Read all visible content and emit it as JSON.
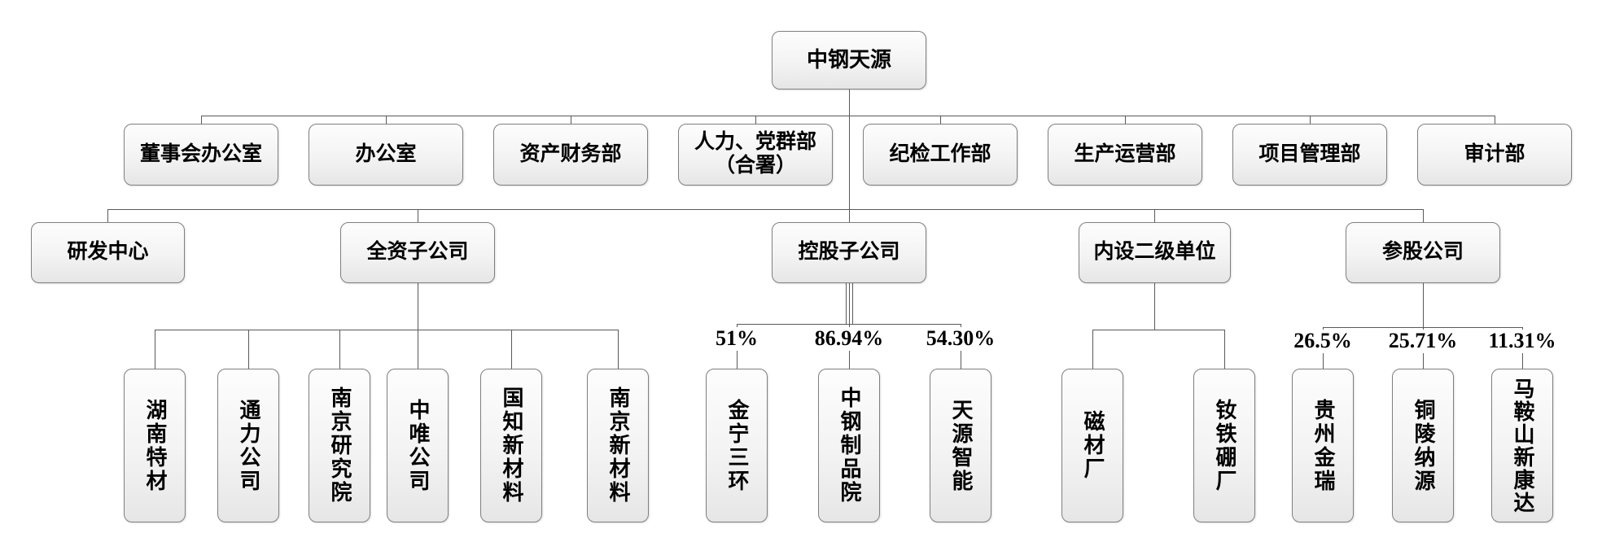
{
  "root": {
    "label": "中钢天源"
  },
  "departments": [
    {
      "label": "董事会办公室"
    },
    {
      "label": "办公室"
    },
    {
      "label": "资产财务部"
    },
    {
      "label": "人力、党群部",
      "label_line2": "（合署）"
    },
    {
      "label": "纪检工作部"
    },
    {
      "label": "生产运营部"
    },
    {
      "label": "项目管理部"
    },
    {
      "label": "审计部"
    }
  ],
  "groups": [
    {
      "label": "研发中心",
      "children": []
    },
    {
      "label": "全资子公司",
      "children": [
        {
          "name": "湖南特材"
        },
        {
          "name": "通力公司"
        },
        {
          "name": "南京研究院"
        },
        {
          "name": "中唯公司"
        },
        {
          "name": "国知新材料"
        },
        {
          "name": "南京新材料"
        }
      ]
    },
    {
      "label": "控股子公司",
      "children": [
        {
          "name": "金宁三环",
          "ownership": "51%"
        },
        {
          "name": "中钢制品院",
          "ownership": "86.94%"
        },
        {
          "name": "天源智能",
          "ownership": "54.30%"
        }
      ]
    },
    {
      "label": "内设二级单位",
      "children": [
        {
          "name": "磁材厂"
        },
        {
          "name": "钕铁硼厂"
        }
      ]
    },
    {
      "label": "参股公司",
      "children": [
        {
          "name": "贵州金瑞",
          "ownership": "26.5%"
        },
        {
          "name": "铜陵纳源",
          "ownership": "25.71%"
        },
        {
          "name": "马鞍山新康达",
          "ownership": "11.31%"
        }
      ]
    }
  ],
  "colors": {
    "box_border": "#7f7f7f",
    "box_fill_top": "#fdfdfd",
    "box_fill_bottom": "#e6e6e6",
    "connector": "#595959",
    "text": "#000000"
  }
}
